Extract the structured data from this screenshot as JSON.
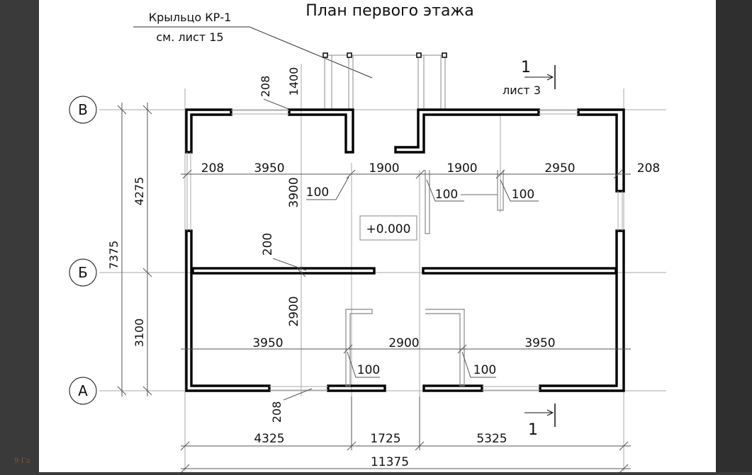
{
  "title": "План первого этажа",
  "porch": {
    "line1": "Крыльцо КР-1",
    "line2": "см. лист 15"
  },
  "axes": {
    "v": "В",
    "b": "Б",
    "a": "А"
  },
  "section": {
    "number_top": "1",
    "sheet": "лист 3",
    "number_bottom": "1"
  },
  "level": "+0.000",
  "dims": {
    "top_208": "208",
    "top_1400": "1400",
    "row_208_left": "208",
    "row_3950_left": "3950",
    "row_1900_a": "1900",
    "row_1900_b": "1900",
    "row_2950": "2950",
    "row_208_right": "208",
    "d_100_a": "100",
    "d_100_b": "100",
    "d_100_c": "100",
    "d_3900": "3900",
    "d_200": "200",
    "d_2900_v": "2900",
    "left_4275": "4275",
    "left_7375": "7375",
    "left_3100": "3100",
    "bot_3950_a": "3950",
    "bot_2900": "2900",
    "bot_3950_b": "3950",
    "bot_100_a": "100",
    "bot_100_b": "100",
    "bot_208": "208",
    "total_4325": "4325",
    "total_1725": "1725",
    "total_5325": "5325",
    "total_11375": "11375"
  },
  "footer": "9 Гл"
}
